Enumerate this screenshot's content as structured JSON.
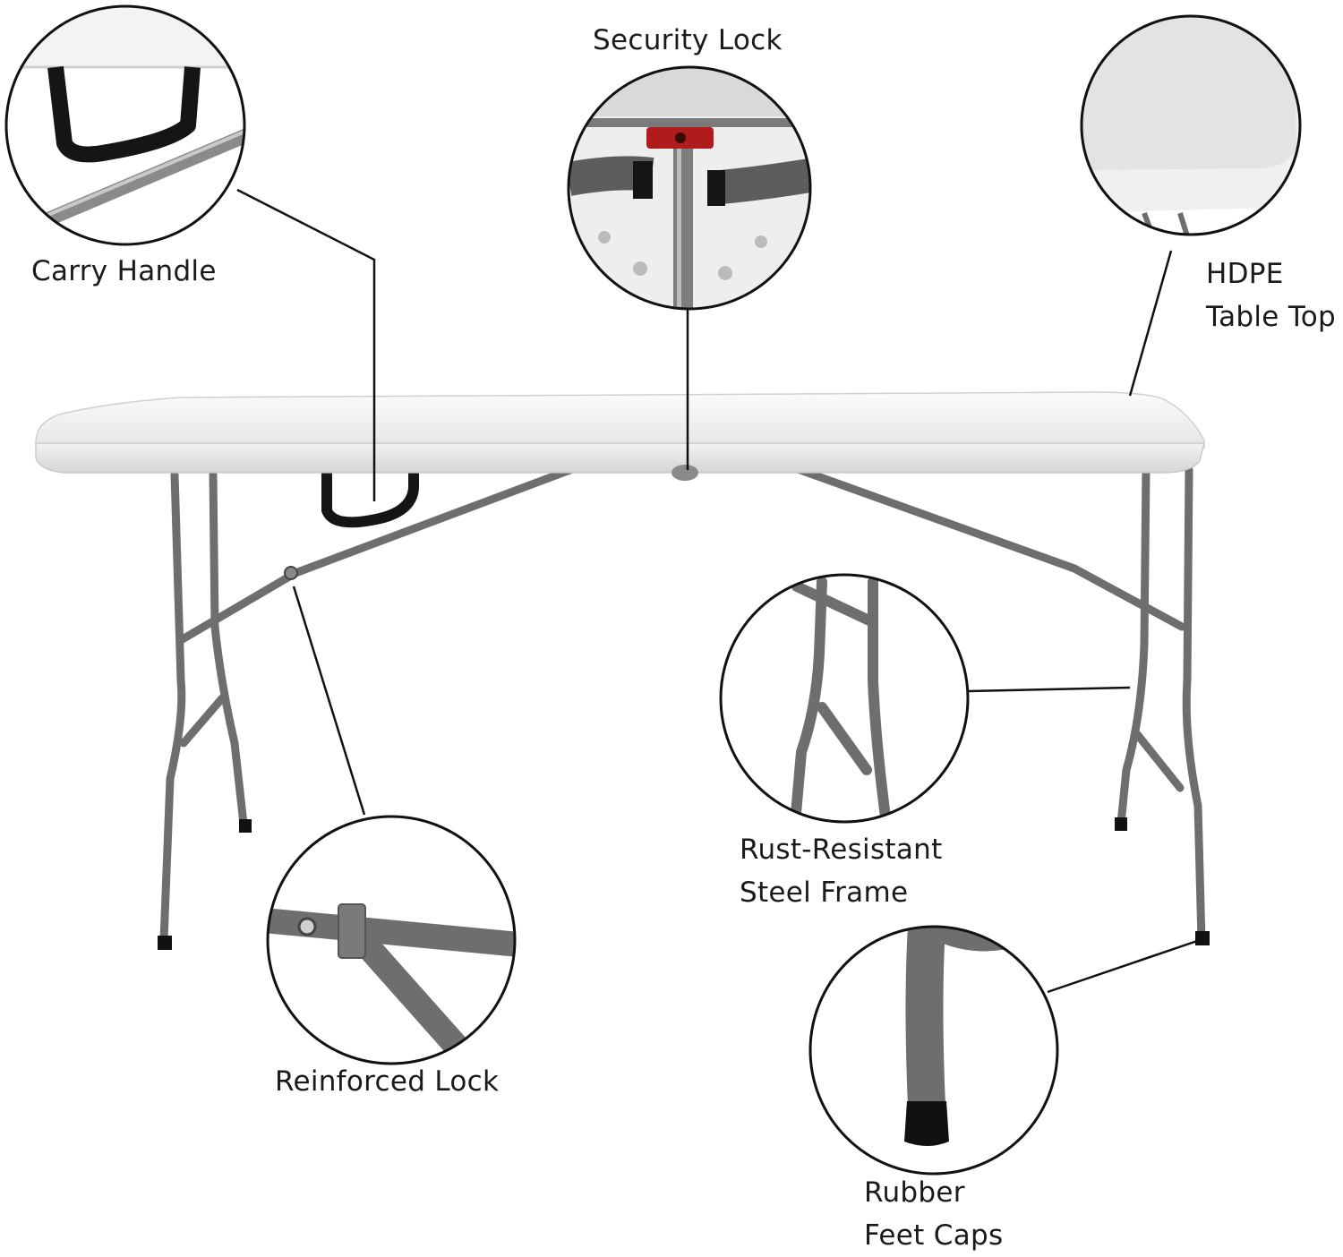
{
  "labels": {
    "carry_handle": "Carry Handle",
    "security_lock": "Security Lock",
    "hdpe_line1": "HDPE",
    "hdpe_line2": "Table Top",
    "rust_line1": "Rust-Resistant",
    "rust_line2": "Steel Frame",
    "reinforced_lock": "Reinforced Lock",
    "rubber_line1": "Rubber",
    "rubber_line2": "Feet Caps"
  },
  "colors": {
    "frame": "#6e6e6e",
    "table_top": "#f4f4f4",
    "outline": "#111111",
    "lock_red": "#b01c1c",
    "handle": "#151515"
  }
}
